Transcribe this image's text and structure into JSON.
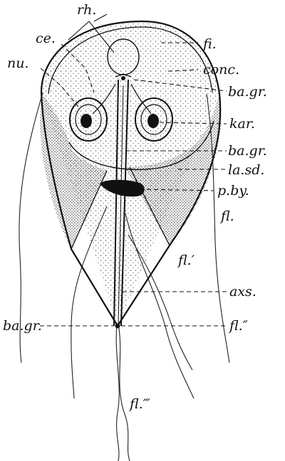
{
  "labels": {
    "rh": "rh.",
    "ce": "ce.",
    "nu": "nu.",
    "fi": "fi.",
    "conc": "conc.",
    "ba_gr_top": "ba.gr.",
    "kar": "kar.",
    "ba_gr_mid": "ba.gr.",
    "la_sd": "la.sd.",
    "p_by": "p.by.",
    "fl": "fl.",
    "fl_prime": "fl.′",
    "axs": "axs.",
    "ba_gr_bottom": "ba.gr.",
    "fl_double_prime": "fl.″",
    "fl_triple_prime": "fl.‴"
  },
  "colors": {
    "ink": "#111111",
    "stipple": "#555555",
    "paper": "#ffffff"
  }
}
